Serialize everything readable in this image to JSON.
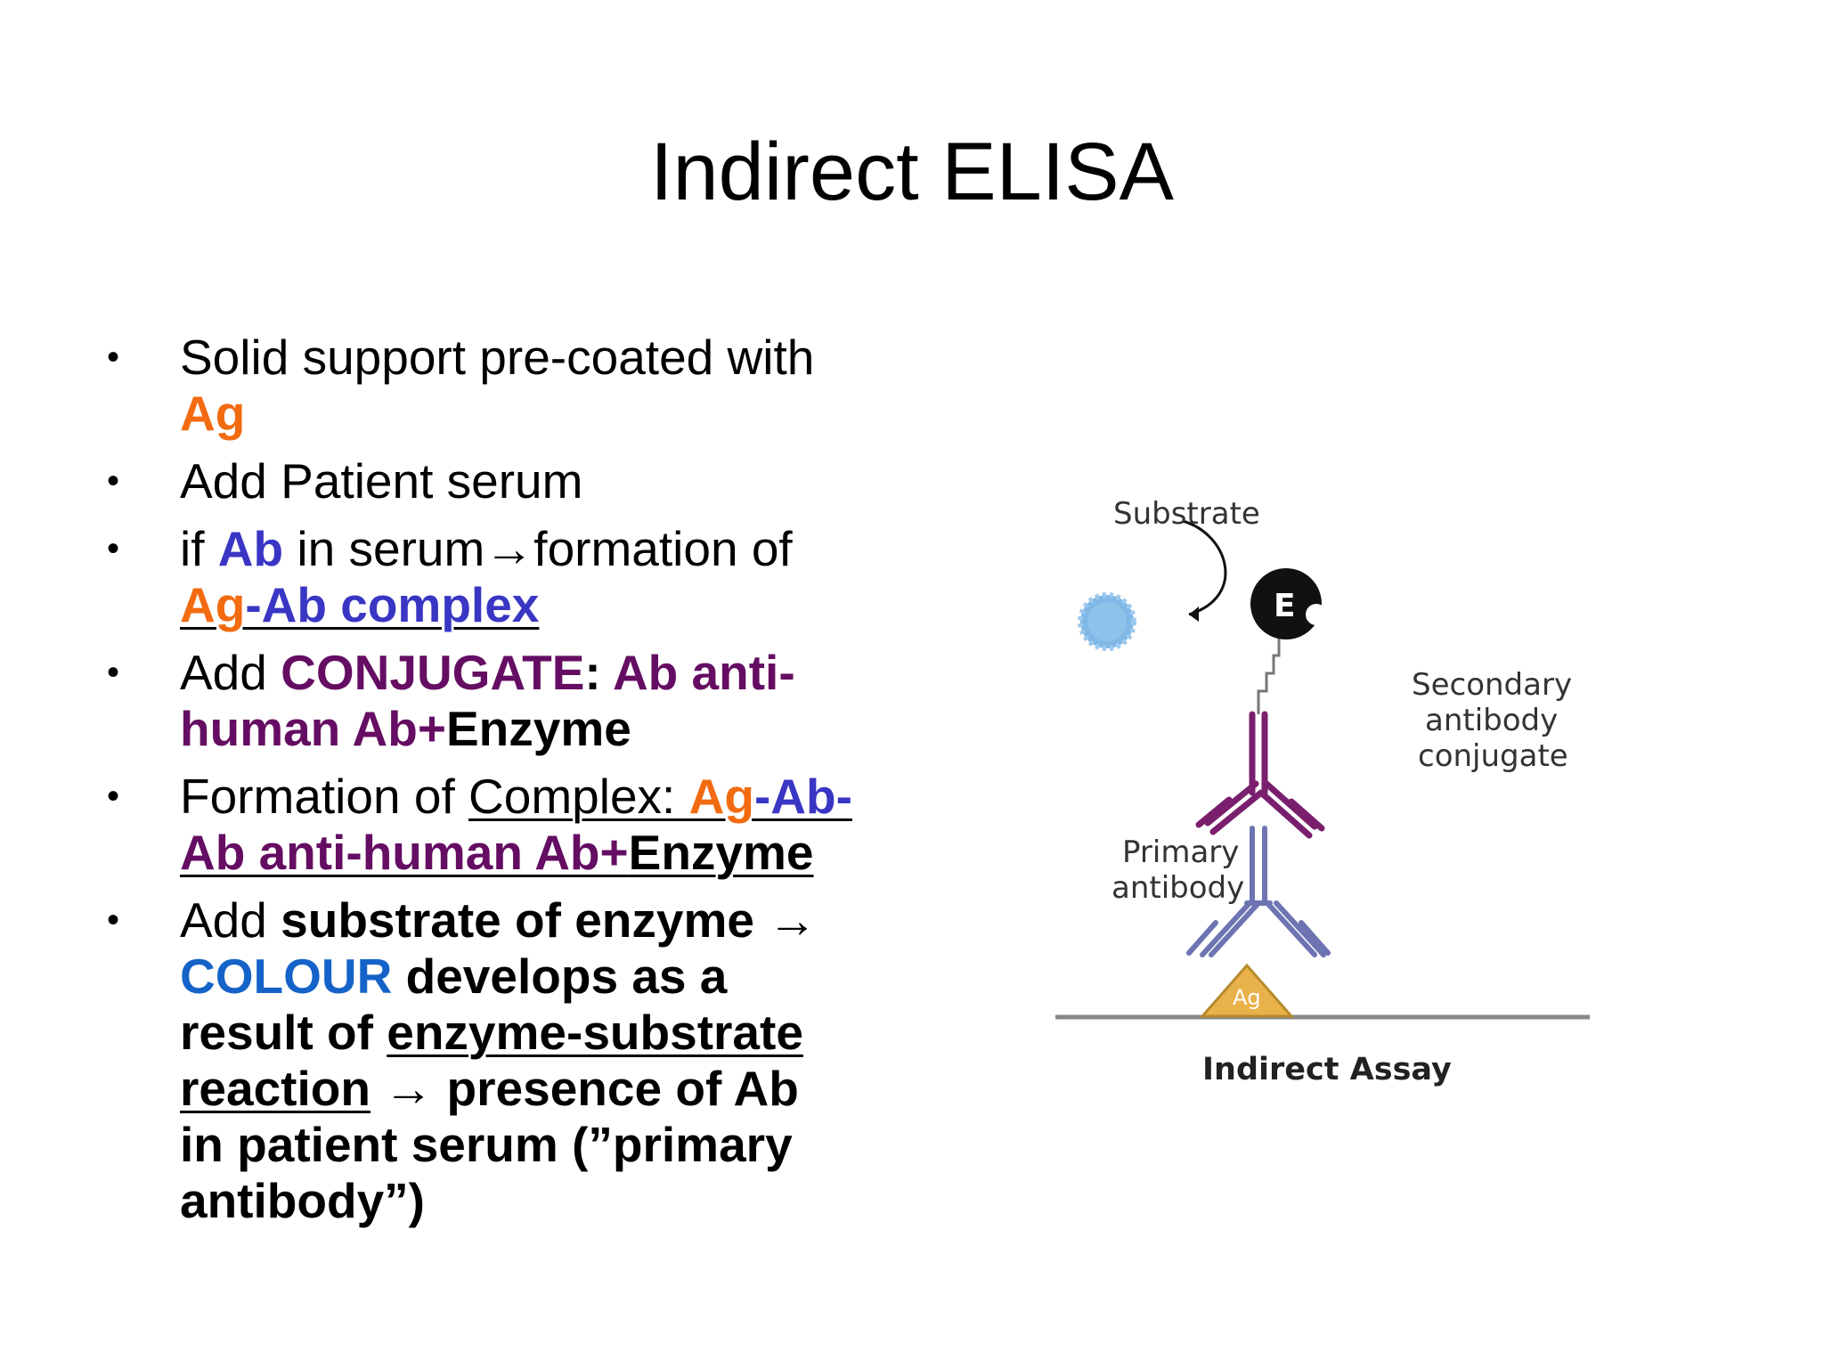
{
  "slide": {
    "title": "Indirect ELISA",
    "bullets": [
      {
        "parts": [
          "Solid support pre-coated with",
          "Ag"
        ]
      },
      {
        "parts": [
          "Add Patient serum"
        ]
      },
      {
        "parts": [
          "if ",
          "Ab",
          " in serum→formation of",
          "Ag",
          "-Ab",
          " complex"
        ]
      },
      {
        "parts": [
          "Add ",
          "CONJUGATE",
          ": ",
          "Ab anti-",
          "human Ab+",
          "Enzyme"
        ]
      },
      {
        "parts": [
          "Formation of ",
          "Complex: ",
          "Ag",
          "-Ab-",
          "Ab anti-human Ab+",
          "Enzyme"
        ]
      },
      {
        "parts": [
          "Add ",
          "substrate of enzyme →",
          "COLOUR",
          " develops as a",
          "result of ",
          "enzyme-substrate",
          "reaction",
          " → presence of Ab",
          "in patient serum (”primary",
          "antibody”)"
        ]
      }
    ]
  },
  "diagram": {
    "labels": {
      "substrate": "Substrate",
      "enzyme": "E",
      "secondary": [
        "Secondary",
        "antibody",
        "conjugate"
      ],
      "primary": [
        "Primary",
        "antibody"
      ],
      "antigen": "Ag",
      "caption": "Indirect Assay"
    },
    "colors": {
      "primary_antibody": "#6E74B2",
      "secondary_antibody": "#7A1F6E",
      "antigen": "#E9B14A",
      "substrate": "#7FB8E6",
      "enzyme": "#111111",
      "surface": "#888888"
    }
  }
}
